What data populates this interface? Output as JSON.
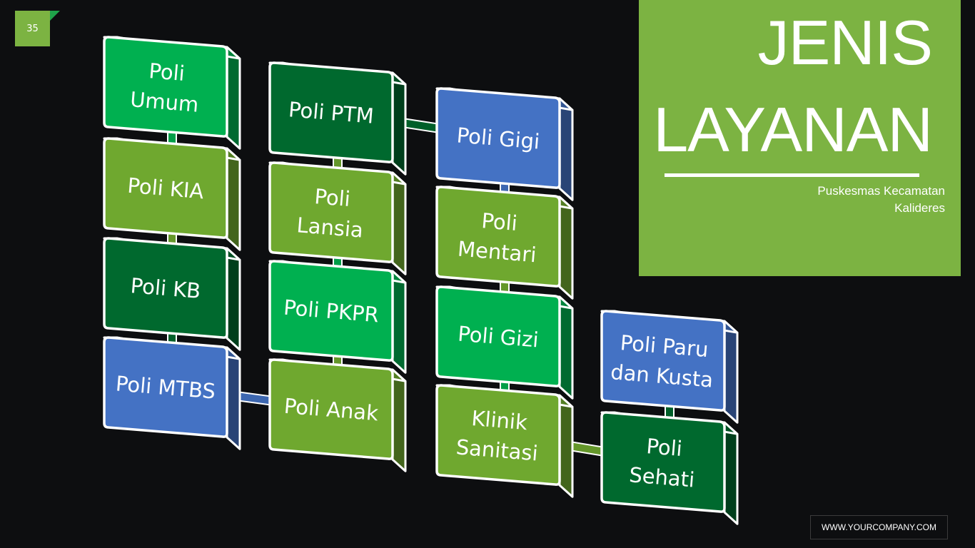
{
  "slide_number": "35",
  "title": {
    "line1": "JENIS",
    "line2": "LAYANAN",
    "subtitle_line1": "Puskesmas Kecamatan",
    "subtitle_line2": "Kalideres"
  },
  "footer": {
    "url": "WWW.YOURCOMPANY.COM"
  },
  "colors": {
    "accent_green": "#7cb342",
    "bright_green": "#00b050",
    "dark_green": "#00692e",
    "olive_green": "#6fa82f",
    "blue": "#4472c4",
    "background": "#0d0e10"
  },
  "boxes": [
    {
      "id": "poli-umum",
      "lines": [
        "Poli",
        "Umum"
      ],
      "color": "#00b050"
    },
    {
      "id": "poli-kia",
      "lines": [
        "Poli KIA"
      ],
      "color": "#6fa82f"
    },
    {
      "id": "poli-kb",
      "lines": [
        "Poli KB"
      ],
      "color": "#00692e"
    },
    {
      "id": "poli-mtbs",
      "lines": [
        "Poli MTBS"
      ],
      "color": "#4472c4"
    },
    {
      "id": "poli-ptm",
      "lines": [
        "Poli PTM"
      ],
      "color": "#00692e"
    },
    {
      "id": "poli-lansia",
      "lines": [
        "Poli",
        "Lansia"
      ],
      "color": "#6fa82f"
    },
    {
      "id": "poli-pkpr",
      "lines": [
        "Poli PKPR"
      ],
      "color": "#00b050"
    },
    {
      "id": "poli-anak",
      "lines": [
        "Poli Anak"
      ],
      "color": "#6fa82f"
    },
    {
      "id": "poli-gigi",
      "lines": [
        "Poli Gigi"
      ],
      "color": "#4472c4"
    },
    {
      "id": "poli-mentari",
      "lines": [
        "Poli",
        "Mentari"
      ],
      "color": "#6fa82f"
    },
    {
      "id": "poli-gizi",
      "lines": [
        "Poli Gizi"
      ],
      "color": "#00b050"
    },
    {
      "id": "klinik-sanitasi",
      "lines": [
        "Klinik",
        "Sanitasi"
      ],
      "color": "#6fa82f"
    },
    {
      "id": "poli-paru-kusta",
      "lines": [
        "Poli Paru",
        "dan Kusta"
      ],
      "color": "#4472c4"
    },
    {
      "id": "poli-sehati",
      "lines": [
        "Poli",
        "Sehati"
      ],
      "color": "#00692e"
    }
  ],
  "connections": [
    [
      "poli-umum",
      "poli-kia"
    ],
    [
      "poli-kia",
      "poli-kb"
    ],
    [
      "poli-kb",
      "poli-mtbs"
    ],
    [
      "poli-mtbs",
      "poli-anak"
    ],
    [
      "poli-anak",
      "poli-pkpr"
    ],
    [
      "poli-pkpr",
      "poli-lansia"
    ],
    [
      "poli-lansia",
      "poli-ptm"
    ],
    [
      "poli-ptm",
      "poli-gigi"
    ],
    [
      "poli-gigi",
      "poli-mentari"
    ],
    [
      "poli-mentari",
      "poli-gizi"
    ],
    [
      "poli-gizi",
      "klinik-sanitasi"
    ],
    [
      "klinik-sanitasi",
      "poli-sehati"
    ],
    [
      "poli-sehati",
      "poli-paru-kusta"
    ]
  ]
}
